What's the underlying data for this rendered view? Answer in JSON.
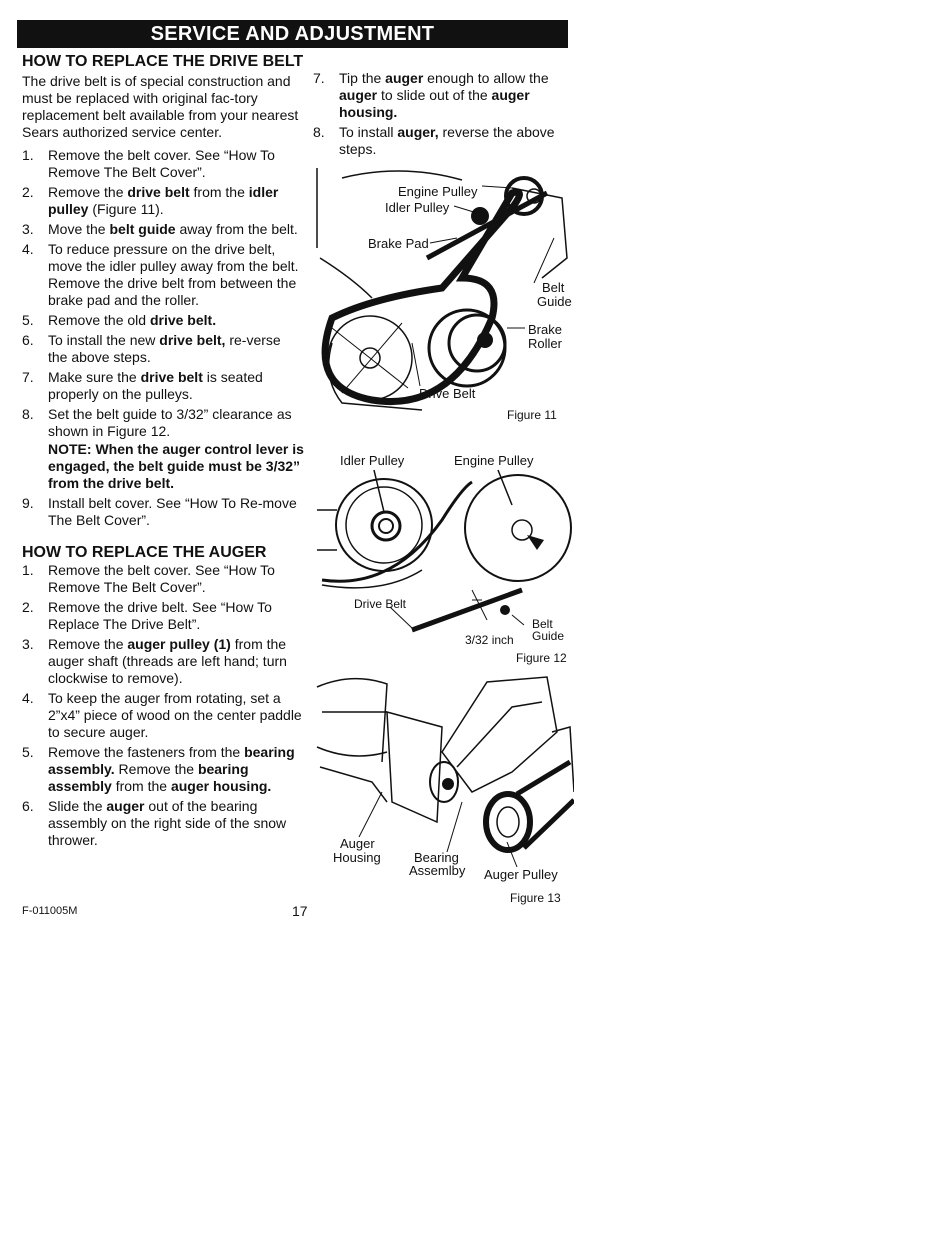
{
  "header": {
    "banner": "SERVICE AND ADJUSTMENT"
  },
  "drive_belt": {
    "title": "HOW TO REPLACE THE DRIVE BELT",
    "intro": "The drive belt is of special construction and must be replaced with original fac-tory replacement belt available from your nearest Sears authorized service center.",
    "steps": [
      {
        "num": "1.",
        "parts": [
          {
            "t": "Remove the belt cover. See “How To Remove The Belt Cover”."
          }
        ]
      },
      {
        "num": "2.",
        "parts": [
          {
            "t": "Remove the "
          },
          {
            "t": "drive belt",
            "b": true
          },
          {
            "t": " from the "
          },
          {
            "t": "idler pulley",
            "b": true
          },
          {
            "t": " (Figure 11)."
          }
        ]
      },
      {
        "num": "3.",
        "parts": [
          {
            "t": "Move the "
          },
          {
            "t": "belt guide",
            "b": true
          },
          {
            "t": " away from the belt."
          }
        ]
      },
      {
        "num": "4.",
        "parts": [
          {
            "t": "To reduce pressure on the drive belt, move the idler pulley away from the belt.  Remove the drive belt from between the brake pad and the roller."
          }
        ]
      },
      {
        "num": "5.",
        "parts": [
          {
            "t": "Remove the old "
          },
          {
            "t": "drive belt.",
            "b": true
          }
        ]
      },
      {
        "num": "6.",
        "parts": [
          {
            "t": "To install the new "
          },
          {
            "t": "drive belt,",
            "b": true
          },
          {
            "t": " re-verse the above steps."
          }
        ]
      },
      {
        "num": "7.",
        "parts": [
          {
            "t": "Make sure the "
          },
          {
            "t": "drive belt",
            "b": true
          },
          {
            "t": " is seated properly on the pulleys."
          }
        ]
      },
      {
        "num": "8.",
        "parts": [
          {
            "t": "Set the belt guide to 3/32” clearance as shown in Figure 12."
          }
        ],
        "note": "NOTE: When the auger control lever is engaged, the belt guide must be 3/32” from the drive belt."
      },
      {
        "num": "9.",
        "parts": [
          {
            "t": "Install belt cover. See “How To Re-move The Belt Cover”."
          }
        ]
      }
    ]
  },
  "auger": {
    "title": "HOW TO REPLACE THE AUGER",
    "steps": [
      {
        "num": "1.",
        "parts": [
          {
            "t": "Remove the belt cover. See “How To Remove The Belt Cover”."
          }
        ]
      },
      {
        "num": "2.",
        "parts": [
          {
            "t": "Remove the drive belt. See “How To Replace The Drive Belt”."
          }
        ]
      },
      {
        "num": "3.",
        "parts": [
          {
            "t": "Remove the "
          },
          {
            "t": "auger pulley (1)",
            "b": true
          },
          {
            "t": " from the auger shaft (threads are left hand; turn clockwise to remove)."
          }
        ]
      },
      {
        "num": "4.",
        "parts": [
          {
            "t": "To keep the auger from rotating, set a 2”x4” piece of  wood on the center paddle to secure auger."
          }
        ]
      },
      {
        "num": "5.",
        "parts": [
          {
            "t": "Remove the fasteners from the "
          },
          {
            "t": "bearing assembly.",
            "b": true
          },
          {
            "t": " Remove the "
          },
          {
            "t": "bearing assembly",
            "b": true
          },
          {
            "t": " from the "
          },
          {
            "t": "auger housing.",
            "b": true
          }
        ]
      },
      {
        "num": "6.",
        "parts": [
          {
            "t": "Slide the "
          },
          {
            "t": "auger",
            "b": true
          },
          {
            "t": " out of the bearing assembly on the right side of the snow thrower."
          }
        ]
      },
      {
        "num": "7.",
        "parts": [
          {
            "t": "Tip the "
          },
          {
            "t": "auger",
            "b": true
          },
          {
            "t": " enough to allow the "
          },
          {
            "t": "auger",
            "b": true
          },
          {
            "t": " to slide out of the "
          },
          {
            "t": "auger housing.",
            "b": true
          }
        ]
      },
      {
        "num": "8.",
        "parts": [
          {
            "t": "To install "
          },
          {
            "t": "auger,",
            "b": true
          },
          {
            "t": " reverse the above steps."
          }
        ]
      }
    ]
  },
  "figure11": {
    "caption": "Figure 11",
    "labels": {
      "engine_pulley": "Engine Pulley",
      "idler_pulley": "Idler Pulley",
      "brake_pad": "Brake Pad",
      "belt_guide_1": "Belt",
      "belt_guide_2": "Guide",
      "brake_roller_1": "Brake",
      "brake_roller_2": "Roller",
      "drive_belt": "Drive Belt"
    }
  },
  "figure12": {
    "caption": "Figure 12",
    "labels": {
      "idler_pulley": "Idler Pulley",
      "engine_pulley": "Engine Pulley",
      "drive_belt": "Drive Belt",
      "clearance": "3/32 inch",
      "belt_guide_1": "Belt",
      "belt_guide_2": "Guide"
    }
  },
  "figure13": {
    "caption": "Figure 13",
    "labels": {
      "auger_housing_1": "Auger",
      "auger_housing_2": "Housing",
      "bearing_1": "Bearing",
      "bearing_2": "Assemlby",
      "auger_pulley": "Auger Pulley"
    }
  },
  "footer": {
    "code": "F-011005M",
    "page": "17"
  }
}
